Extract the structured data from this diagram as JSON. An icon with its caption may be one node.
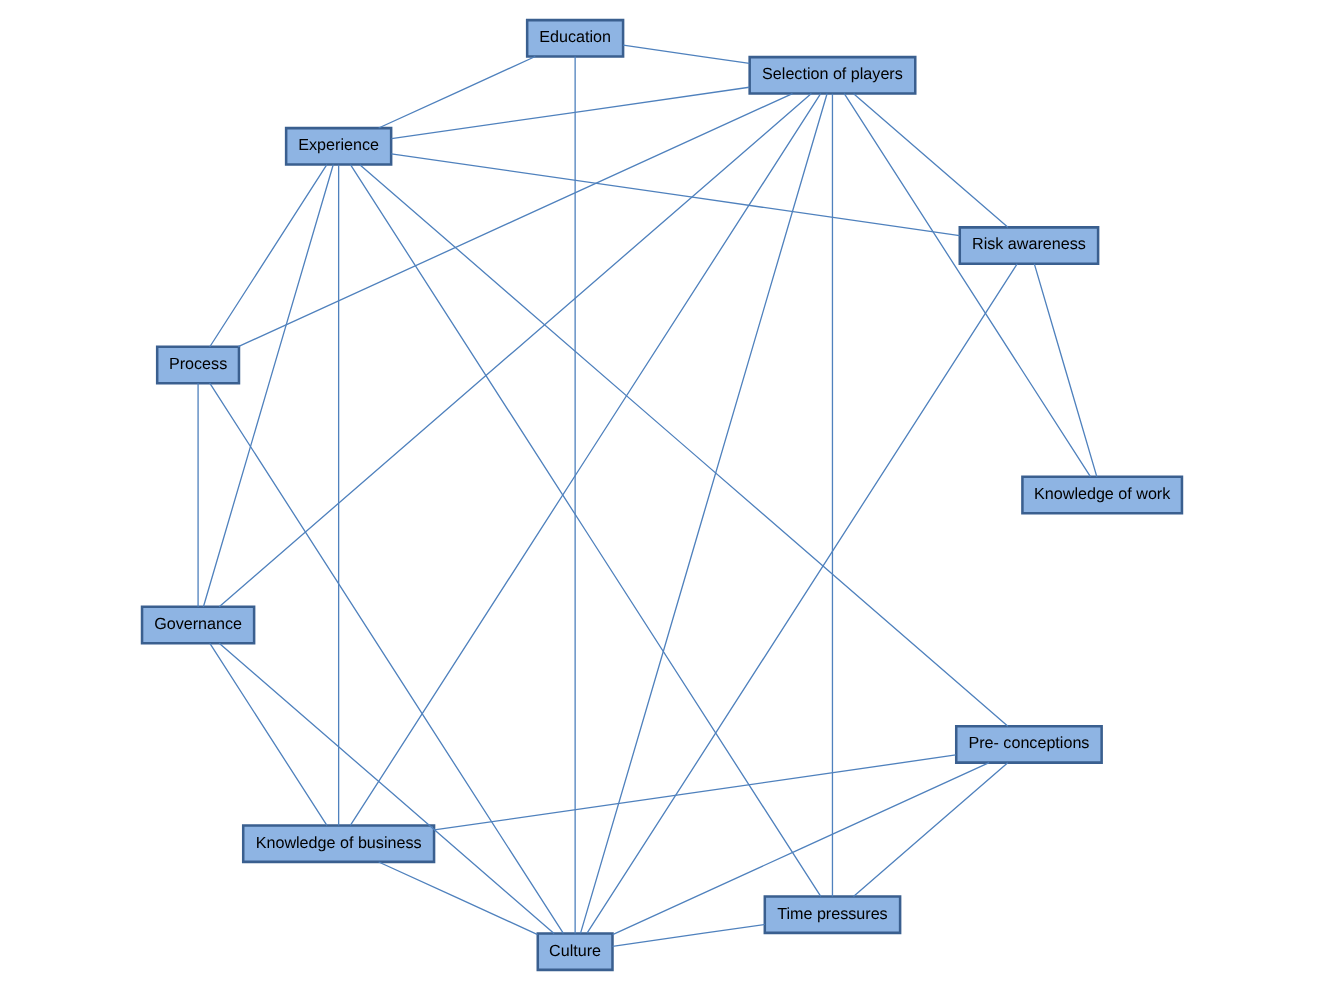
{
  "diagram": {
    "nodes": [
      {
        "text": [
          "Process"
        ]
      },
      {
        "text": [
          "Culture"
        ]
      },
      {
        "text": [
          "Time pressures"
        ]
      },
      {
        "text": [
          "Knowledge of business"
        ]
      },
      {
        "text": [
          "Pre- conceptions"
        ]
      },
      {
        "text": [
          "Knowledge of work"
        ]
      },
      {
        "text": [
          "Selection of players"
        ]
      },
      {
        "text": [
          "Education"
        ]
      },
      {
        "text": [
          "Governance"
        ]
      },
      {
        "text": [
          "Experience"
        ]
      },
      {
        "text": [
          "Risk awareness"
        ]
      }
    ],
    "edges": [
      {
        "from": 0,
        "to": 1,
        "arrow": "none"
      },
      {
        "from": 0,
        "to": 6,
        "arrow": "none"
      },
      {
        "from": 0,
        "to": 8,
        "arrow": "none"
      },
      {
        "from": 0,
        "to": 9,
        "arrow": "none"
      },
      {
        "from": 1,
        "to": 2,
        "arrow": "none"
      },
      {
        "from": 1,
        "to": 3,
        "arrow": "none"
      },
      {
        "from": 1,
        "to": 7,
        "arrow": "none"
      },
      {
        "from": 1,
        "to": 4,
        "arrow": "none"
      },
      {
        "from": 1,
        "to": 6,
        "arrow": "none"
      },
      {
        "from": 1,
        "to": 8,
        "arrow": "none"
      },
      {
        "from": 1,
        "to": 10,
        "arrow": "none"
      },
      {
        "from": 2,
        "to": 4,
        "arrow": "none"
      },
      {
        "from": 2,
        "to": 9,
        "arrow": "none"
      },
      {
        "from": 2,
        "to": 6,
        "arrow": "none"
      },
      {
        "from": 3,
        "to": 4,
        "arrow": "none"
      },
      {
        "from": 3,
        "to": 9,
        "arrow": "none"
      },
      {
        "from": 3,
        "to": 6,
        "arrow": "none"
      },
      {
        "from": 3,
        "to": 8,
        "arrow": "none"
      },
      {
        "from": 4,
        "to": 9,
        "arrow": "none"
      },
      {
        "from": 5,
        "to": 6,
        "arrow": "none"
      },
      {
        "from": 5,
        "to": 10,
        "arrow": "none"
      },
      {
        "from": 7,
        "to": 6,
        "arrow": "none"
      },
      {
        "from": 7,
        "to": 9,
        "arrow": "none"
      },
      {
        "from": 9,
        "to": 6,
        "arrow": "none"
      },
      {
        "from": 9,
        "to": 8,
        "arrow": "none"
      },
      {
        "from": 9,
        "to": 10,
        "arrow": "none"
      },
      {
        "from": 10,
        "to": 6,
        "arrow": "none"
      },
      {
        "from": 6,
        "to": 8,
        "arrow": "none"
      }
    ]
  }
}
